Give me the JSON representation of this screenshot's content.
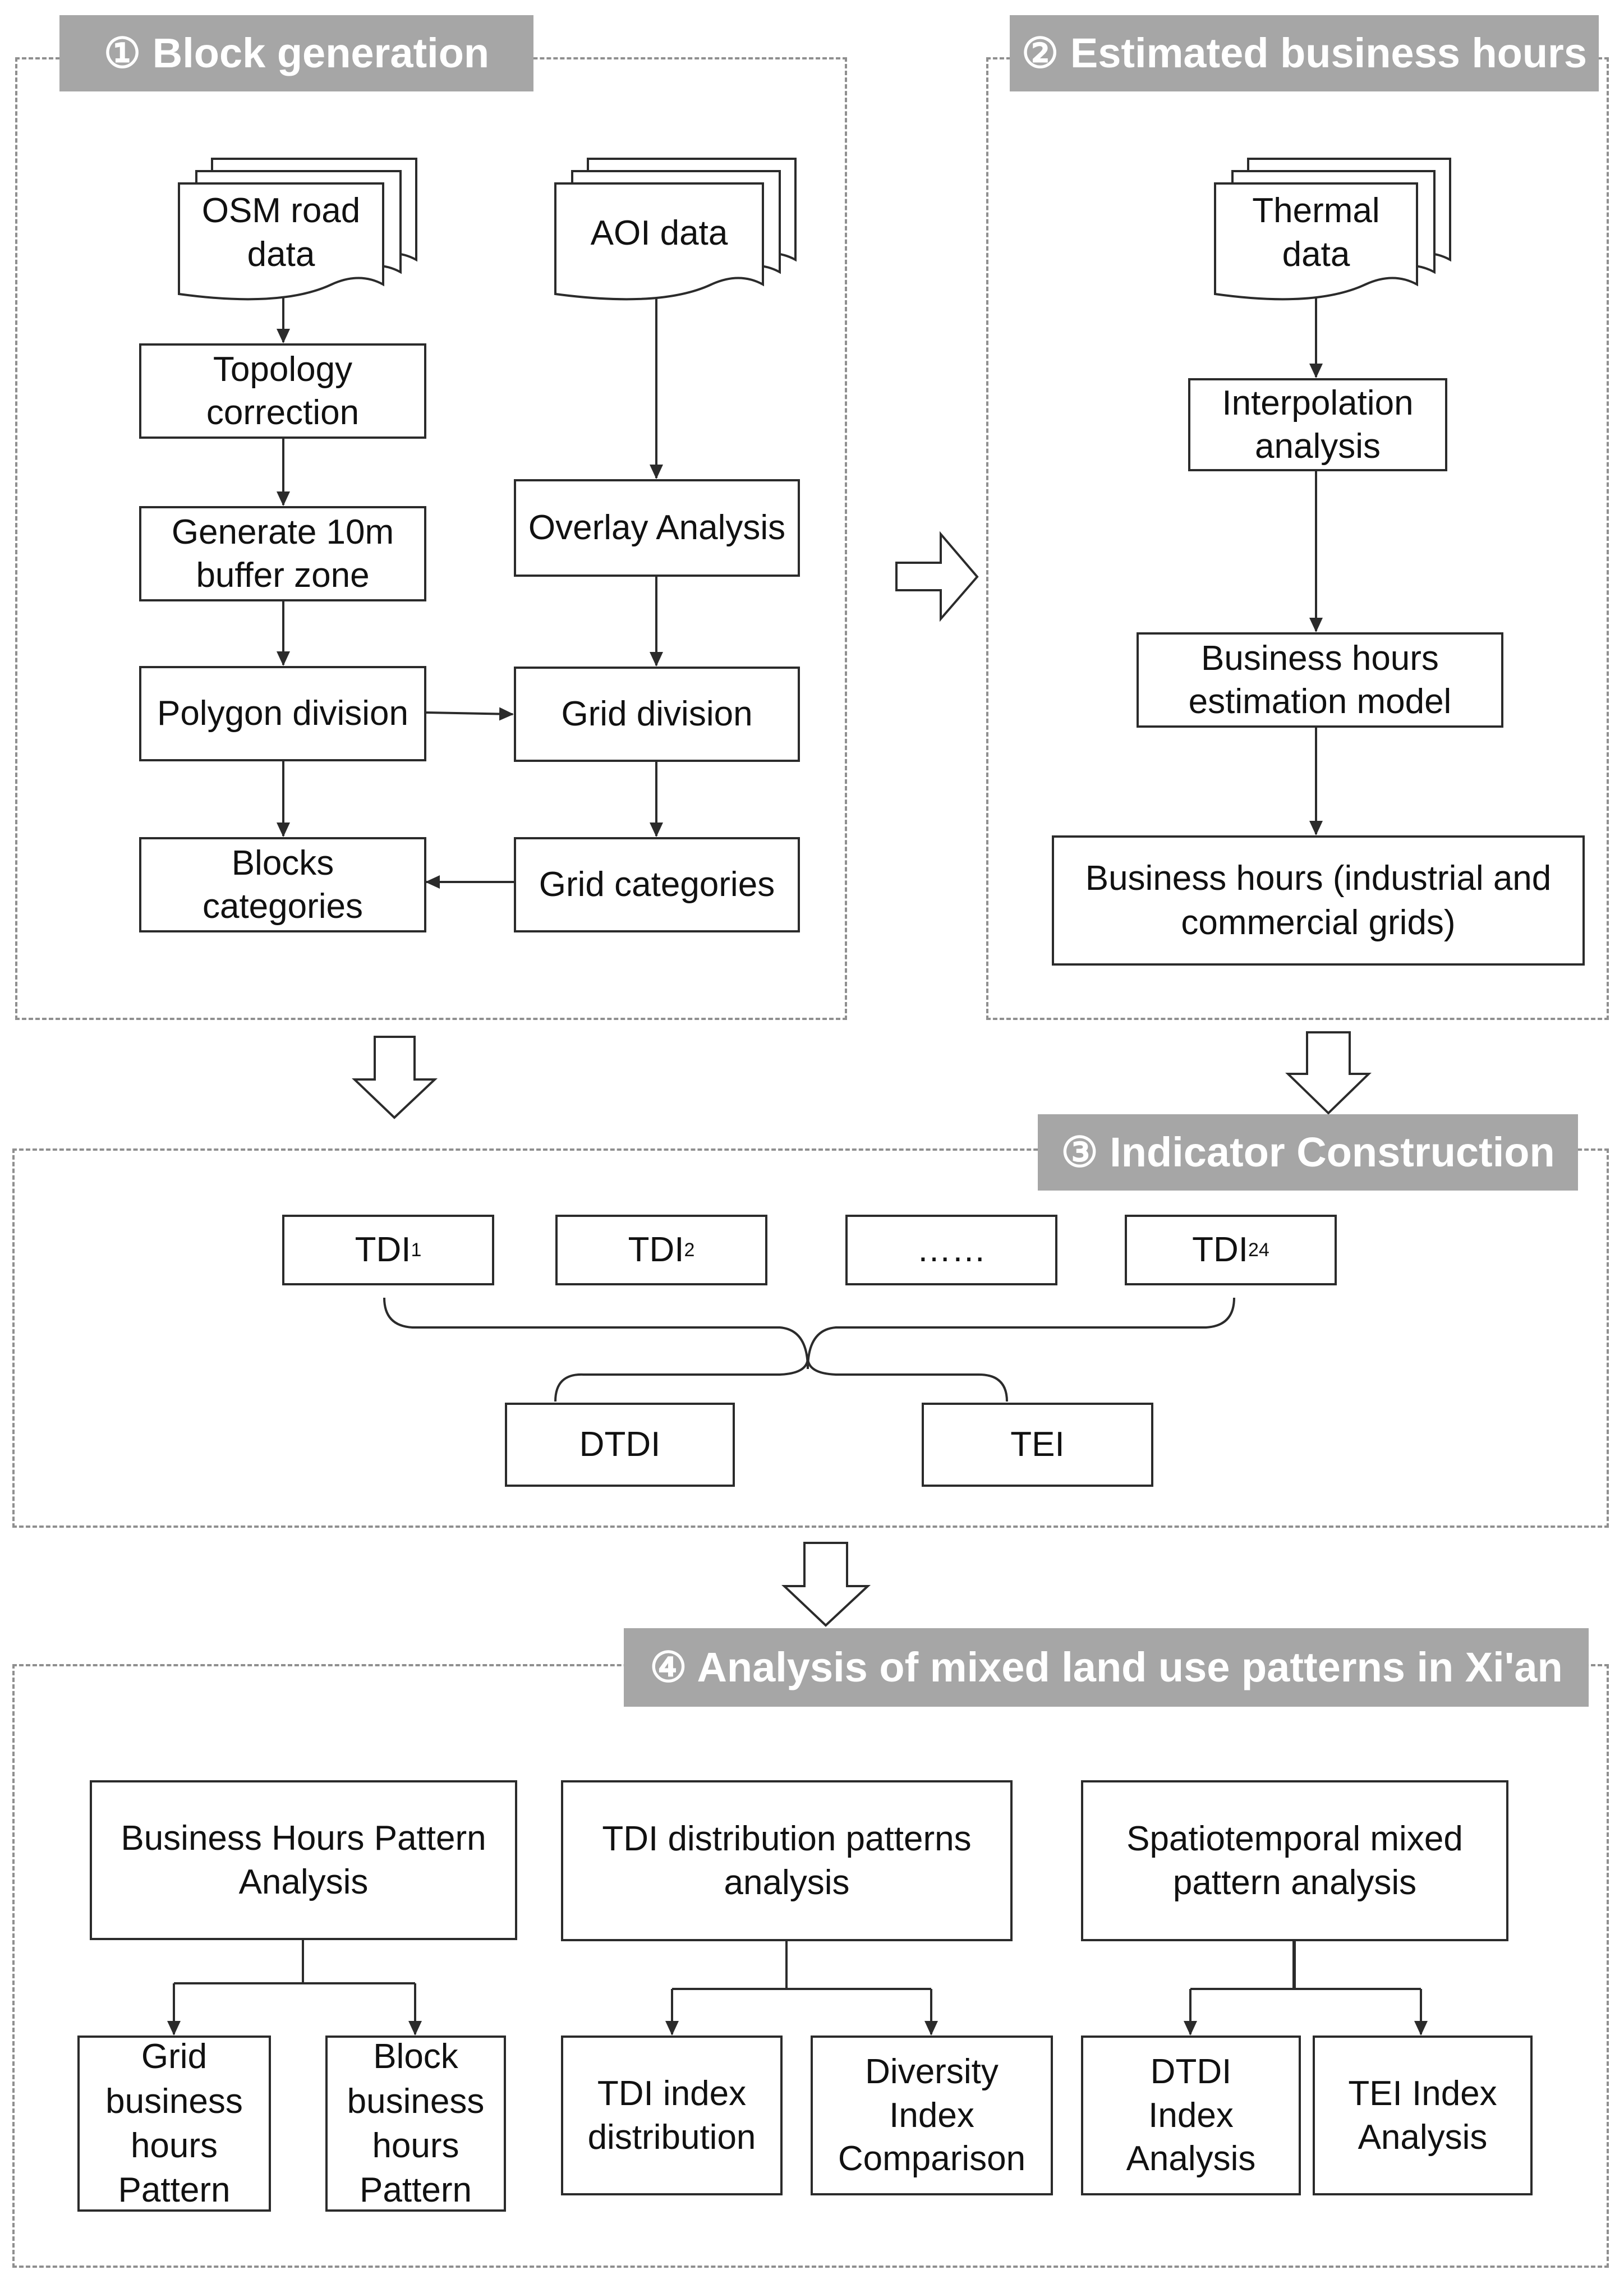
{
  "panels": {
    "block_generation": {
      "title": "① Block generation"
    },
    "business_hours": {
      "title": "② Estimated business hours"
    },
    "indicator": {
      "title": "③ Indicator Construction"
    },
    "analysis": {
      "title": "④ Analysis of mixed land use patterns in Xi'an"
    }
  },
  "block_generation": {
    "osm": "OSM road data",
    "topology": "Topology correction",
    "buffer": "Generate 10m buffer zone",
    "polygon": "Polygon division",
    "blocks": "Blocks categories",
    "aoi": "AOI data",
    "overlay": "Overlay Analysis",
    "grid_division": "Grid division",
    "grid_categories": "Grid categories"
  },
  "business_hours": {
    "thermal": "Thermal data",
    "interpolation": "Interpolation analysis",
    "model": "Business hours estimation model",
    "result": "Business hours (industrial and commercial grids)"
  },
  "indicator": {
    "tdi_prefix": "TDI",
    "tdi1_sub": "1",
    "tdi2_sub": "2",
    "ellipsis": "……",
    "tdi24_sub": "24",
    "dtdi": "DTDI",
    "tei": "TEI"
  },
  "analysis": {
    "bh_pattern": "Business Hours Pattern Analysis",
    "grid_bh": "Grid business hours Pattern",
    "block_bh": "Block business hours Pattern",
    "tdi_patterns": "TDI distribution patterns analysis",
    "tdi_index": "TDI index distribution",
    "diversity": "Diversity Index Comparison",
    "spatiotemporal": "Spatiotemporal mixed pattern analysis",
    "dtdi_index": "DTDI Index Analysis",
    "tei_index": "TEI Index Analysis"
  },
  "colors": {
    "title_bg": "#a6a6a6",
    "dash_border": "#8f8f8f",
    "line": "#2b2b2b"
  }
}
